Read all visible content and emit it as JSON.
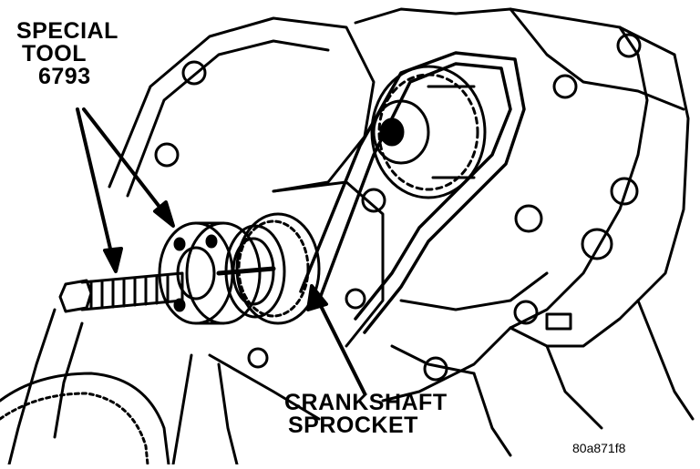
{
  "labels": {
    "tool_line1": "SPECIAL",
    "tool_line2": "TOOL",
    "tool_line3": "6793",
    "crank_line1": "CRANKSHAFT",
    "crank_line2": "SPROCKET",
    "figure_id": "80a871f8"
  },
  "colors": {
    "ink": "#000000",
    "paper": "#ffffff"
  }
}
